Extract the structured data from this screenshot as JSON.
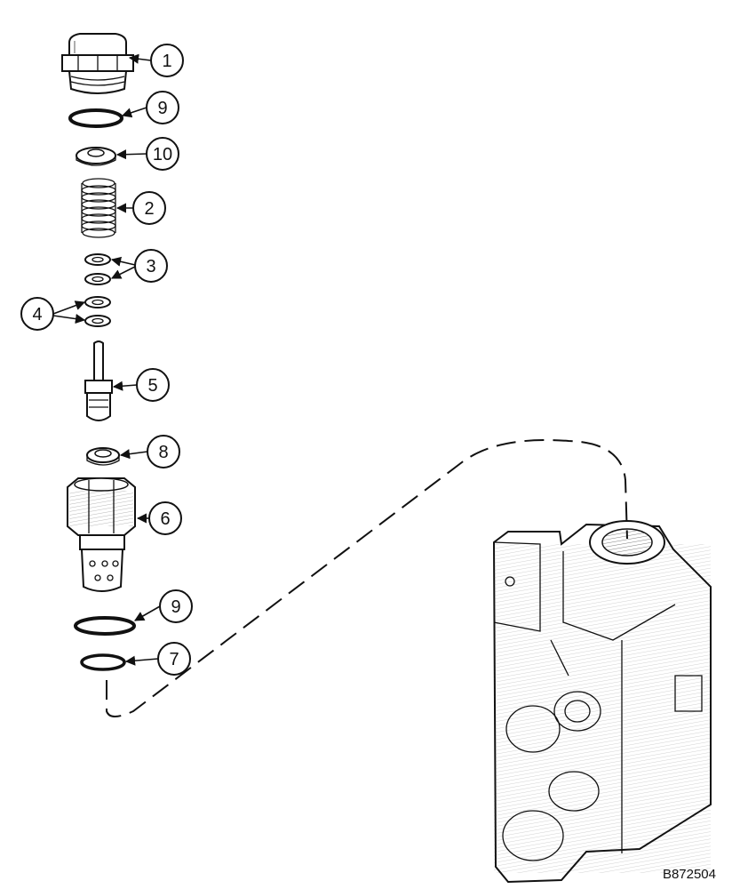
{
  "figure_code": "B872504",
  "callouts": [
    {
      "label": "1"
    },
    {
      "label": "9"
    },
    {
      "label": "10"
    },
    {
      "label": "2"
    },
    {
      "label": "3"
    },
    {
      "label": "4"
    },
    {
      "label": "5"
    },
    {
      "label": "8"
    },
    {
      "label": "6"
    },
    {
      "label": "9"
    },
    {
      "label": "7"
    }
  ]
}
